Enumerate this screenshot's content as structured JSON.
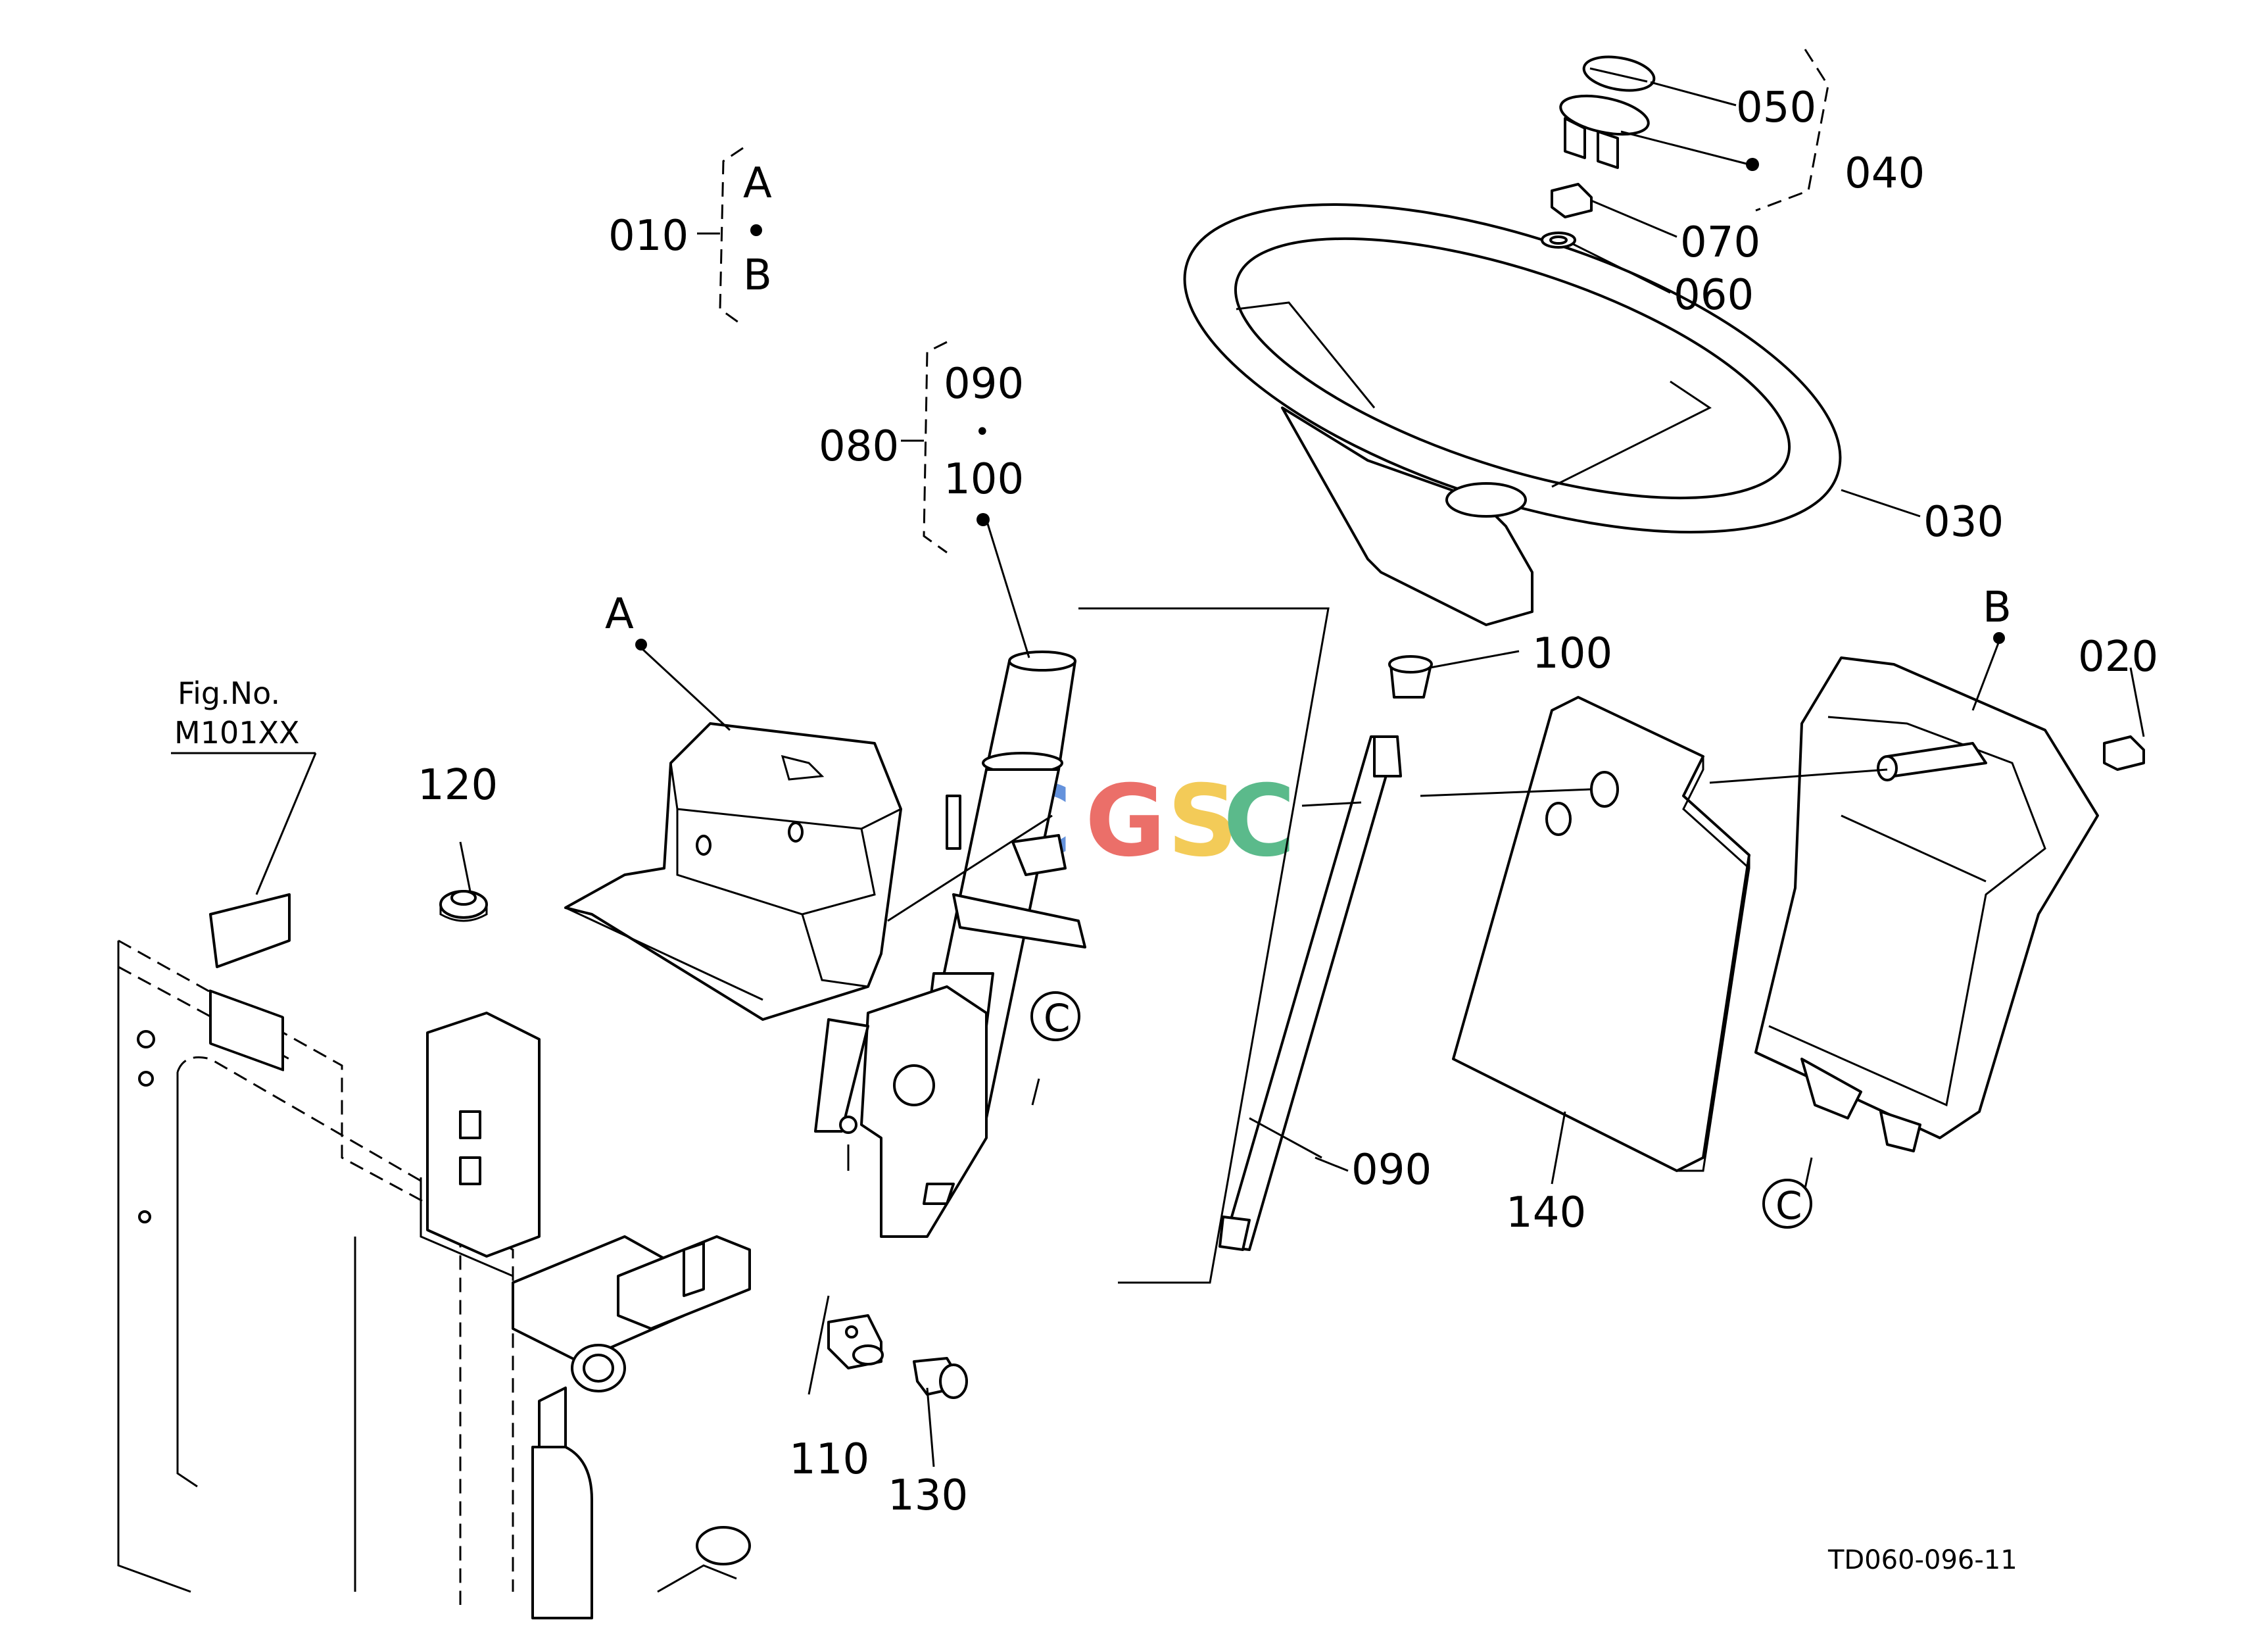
{
  "figure_ref": {
    "line1": "Fig.No.",
    "line2": "M101XX"
  },
  "drawing_code": "TD060-096-11",
  "watermark": {
    "letters": [
      "C",
      "G",
      "S",
      "C"
    ],
    "colors": [
      "#4a7fd6",
      "#e8574f",
      "#f2c23c",
      "#3fae77"
    ]
  },
  "groups": {
    "g010": {
      "code": "010",
      "top": "A",
      "dot": "•",
      "bottom": "B"
    },
    "g080": {
      "code": "080",
      "top": "090",
      "dot": "•",
      "bottom": "100"
    }
  },
  "callouts": {
    "p050": "050",
    "p040": "040",
    "p070": "070",
    "p060": "060",
    "p030": "030",
    "p100": "100",
    "p020": "020",
    "p120": "120",
    "p090": "090",
    "p140": "140",
    "p110": "110",
    "p130": "130",
    "refA": "A",
    "refB": "B",
    "refC1": "C",
    "refC2": "C"
  }
}
